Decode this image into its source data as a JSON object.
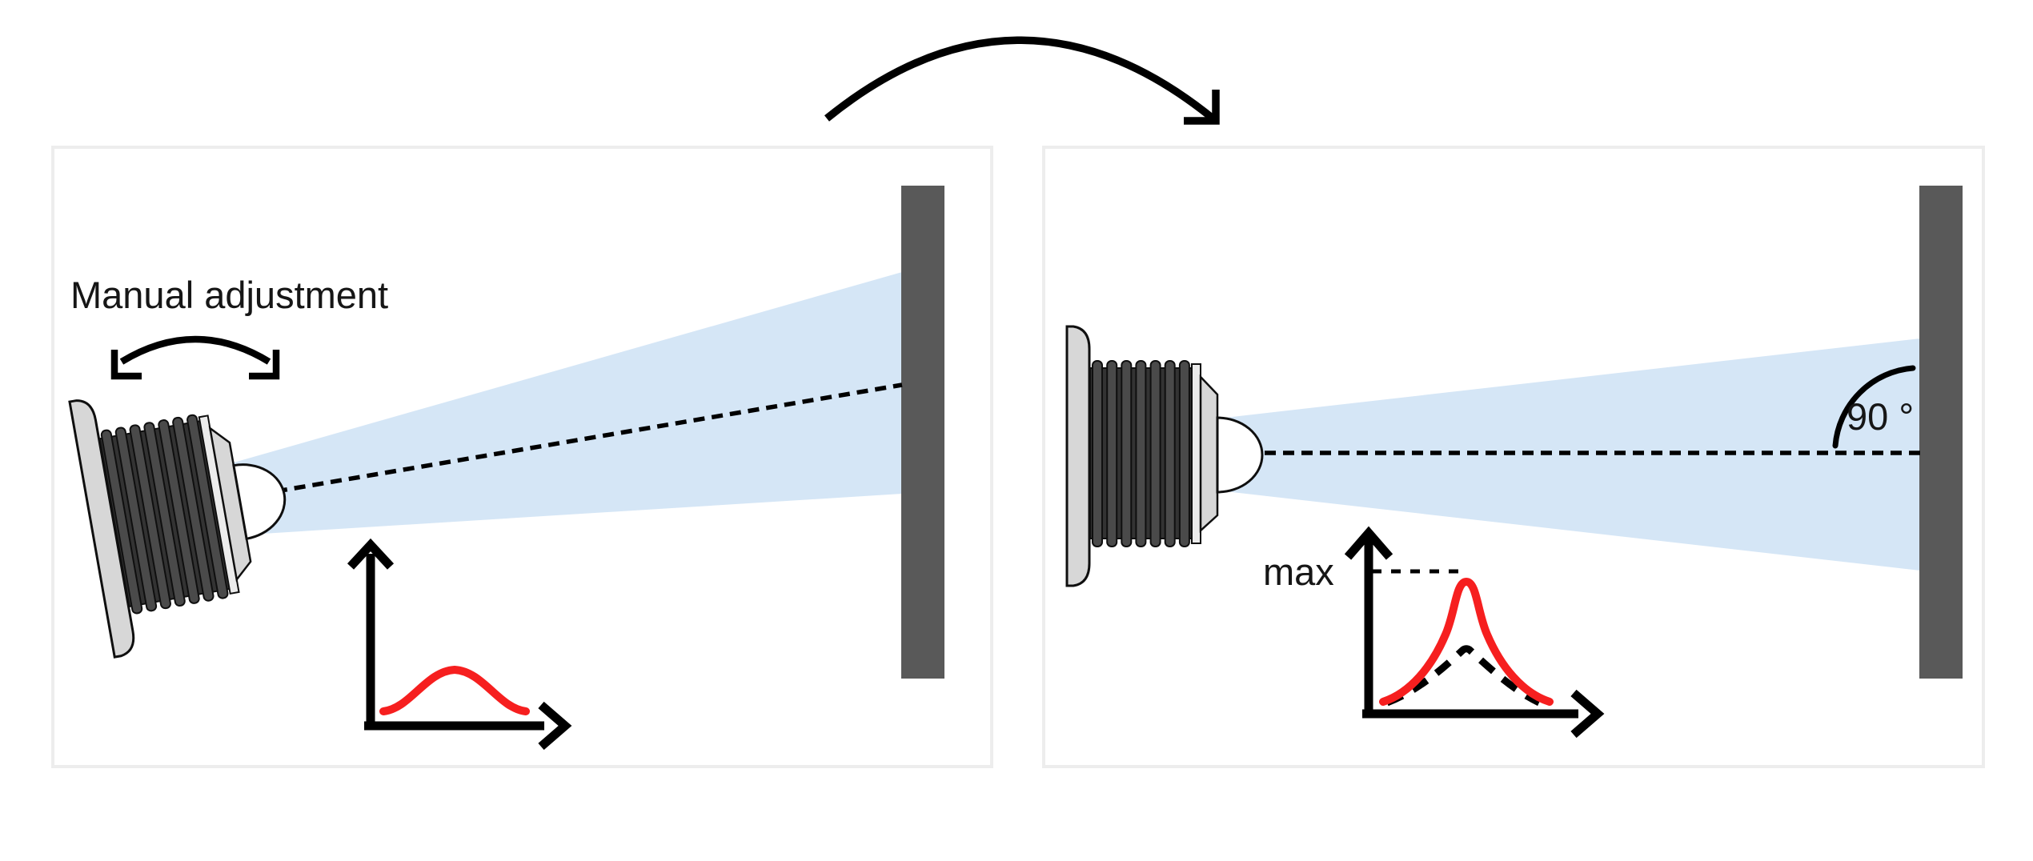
{
  "diagram": {
    "description": "Two-step sensor alignment diagram: sensor is manually tilted until its beam hits the wall perpendicularly (90°) and the measured signal reaches its maximum",
    "transition_arrow": "curved-arrow-left-panel-to-right-panel",
    "left_panel": {
      "annotation": "Manual adjustment",
      "sensor": "ribbed-sensor-tilted-with-lens-dome",
      "beam": "light-blue-beam-cone-to-wall",
      "wall": "dark-vertical-wall",
      "signal_plot": {
        "axes": "unlabeled-x-y-axes",
        "red_curve": "low broad peak (weak signal)"
      }
    },
    "right_panel": {
      "sensor": "ribbed-sensor-facing-wall-straight",
      "beam": "light-blue-beam-cone-perpendicular-to-wall",
      "angle_label": "90 °",
      "signal_plot": {
        "axes": "unlabeled-x-y-axes",
        "max_label": "max",
        "red_curve": "tall narrow peak reaching max level",
        "dashed_curve": "smaller earlier peak (dashed black)"
      }
    },
    "colors": {
      "beam": "#d5e6f6",
      "wall": "#595959",
      "signal_red": "#f61f1f",
      "panel_border": "#ededed",
      "sensor_light": "#d7d7d7",
      "sensor_dark": "#333333"
    }
  }
}
